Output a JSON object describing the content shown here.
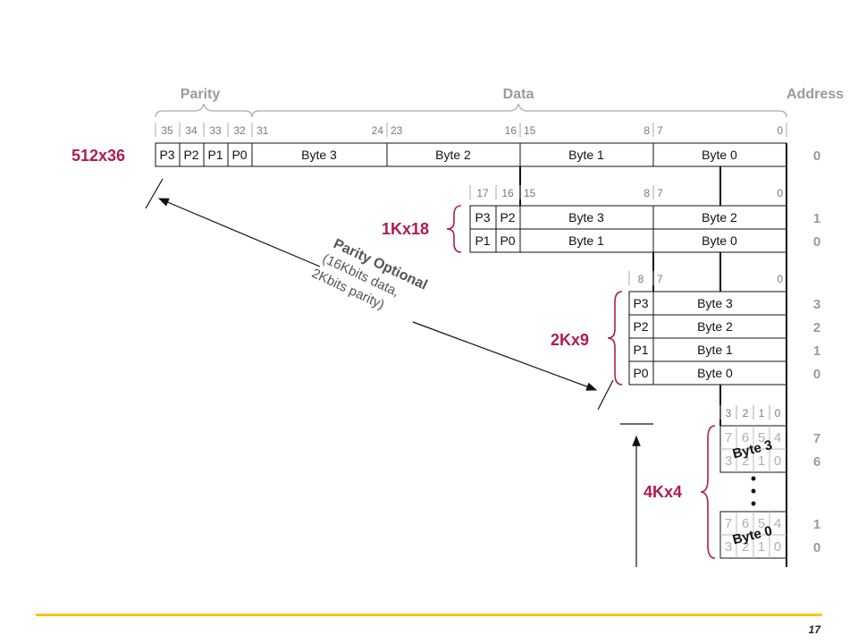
{
  "headers": {
    "parity": "Parity",
    "data": "Data",
    "address": "Address"
  },
  "cfg512": {
    "label": "512x36",
    "bits": [
      "35",
      "34",
      "33",
      "32",
      "31",
      "24",
      "23",
      "16",
      "15",
      "8",
      "7",
      "0"
    ],
    "cells": [
      "P3",
      "P2",
      "P1",
      "P0",
      "Byte 3",
      "Byte 2",
      "Byte 1",
      "Byte 0"
    ],
    "addr": [
      "0"
    ]
  },
  "cfg1k": {
    "label": "1Kx18",
    "bits": [
      "17",
      "16",
      "15",
      "8",
      "7",
      "0"
    ],
    "rows": [
      {
        "cells": [
          "P3",
          "P2",
          "Byte 3",
          "Byte 2"
        ],
        "addr": "1"
      },
      {
        "cells": [
          "P1",
          "P0",
          "Byte 1",
          "Byte 0"
        ],
        "addr": "0"
      }
    ]
  },
  "cfg2k": {
    "label": "2Kx9",
    "bits": [
      "8",
      "7",
      "0"
    ],
    "rows": [
      {
        "cells": [
          "P3",
          "Byte 3"
        ],
        "addr": "3"
      },
      {
        "cells": [
          "P2",
          "Byte 2"
        ],
        "addr": "2"
      },
      {
        "cells": [
          "P1",
          "Byte 1"
        ],
        "addr": "1"
      },
      {
        "cells": [
          "P0",
          "Byte 0"
        ],
        "addr": "0"
      }
    ]
  },
  "cfg4k": {
    "label": "4Kx4",
    "bits": [
      "3",
      "2",
      "1",
      "0"
    ],
    "hi_bits": [
      "7",
      "6",
      "5",
      "4"
    ],
    "lo_bits": [
      "3",
      "2",
      "1",
      "0"
    ],
    "groups": [
      {
        "label": "Byte 3",
        "addr": [
          "7",
          "6"
        ]
      },
      {
        "label": "Byte 0",
        "addr": [
          "1",
          "0"
        ]
      }
    ],
    "ellipsis": "•"
  },
  "parity_note": {
    "title": "Parity Optional",
    "lines": [
      "(16Kbits data,",
      "2Kbits parity)"
    ]
  },
  "page_number": "17",
  "colors": {
    "accent": "#b01a52",
    "rule": "#f5c518",
    "header_gray": "#9a9a9a"
  }
}
